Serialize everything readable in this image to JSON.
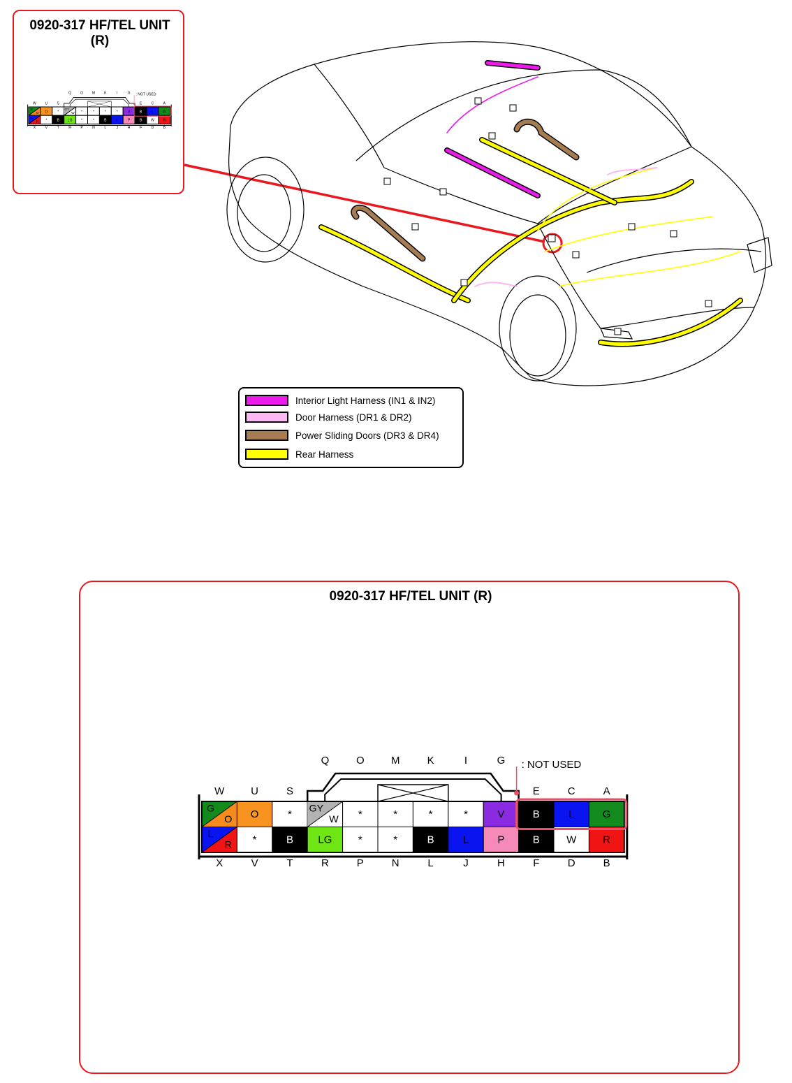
{
  "callout": {
    "title_line1": "0920-317 HF/TEL UNIT",
    "title_line2": "(R)"
  },
  "legend": {
    "items": [
      {
        "label": "Interior Light Harness (IN1 & IN2)",
        "color": "#ec1bec"
      },
      {
        "label": "Door Harness (DR1 & DR2)",
        "color": "#fbb8f3"
      },
      {
        "label": "Power Sliding Doors (DR3 & DR4)",
        "color": "#a67c52"
      },
      {
        "label": "Rear Harness",
        "color": "#ffff00"
      }
    ]
  },
  "detail": {
    "title": "0920-317 HF/TEL UNIT (R)",
    "not_used_label": ": NOT USED"
  },
  "connector": {
    "top_labels": [
      "W",
      "U",
      "S",
      "Q",
      "O",
      "M",
      "K",
      "I",
      "G",
      "E",
      "C",
      "A"
    ],
    "bottom_labels": [
      "X",
      "V",
      "T",
      "R",
      "P",
      "N",
      "L",
      "J",
      "H",
      "F",
      "D",
      "B"
    ],
    "top_row": [
      {
        "pin": "W",
        "code": "G/O",
        "split": true,
        "c1": "#138a1c",
        "c2": "#f78a1c",
        "t1": "G",
        "t2": "O"
      },
      {
        "pin": "U",
        "code": "O",
        "fill": "#f7931e",
        "text_color": "#000"
      },
      {
        "pin": "S",
        "code": "*",
        "fill": "#ffffff",
        "text_color": "#000"
      },
      {
        "pin": "Q",
        "code": "GY/W",
        "split": true,
        "c1": "#b3b3b3",
        "c2": "#ffffff",
        "t1": "GY",
        "t2": "W"
      },
      {
        "pin": "O",
        "code": "*",
        "fill": "#ffffff",
        "text_color": "#000"
      },
      {
        "pin": "M",
        "code": "*",
        "fill": "#ffffff",
        "text_color": "#000"
      },
      {
        "pin": "K",
        "code": "*",
        "fill": "#ffffff",
        "text_color": "#000"
      },
      {
        "pin": "I",
        "code": "*",
        "fill": "#ffffff",
        "text_color": "#000"
      },
      {
        "pin": "G",
        "code": "V",
        "fill": "#8a2be2",
        "text_color": "#000"
      },
      {
        "pin": "E",
        "code": "B",
        "fill": "#000000",
        "text_color": "#fff"
      },
      {
        "pin": "C",
        "code": "L",
        "fill": "#0a14f0",
        "text_color": "#000"
      },
      {
        "pin": "A",
        "code": "G",
        "fill": "#138a1c",
        "text_color": "#000"
      }
    ],
    "bottom_row": [
      {
        "pin": "X",
        "code": "L/R",
        "split": true,
        "c1": "#0a14f0",
        "c2": "#f01414",
        "t1": "L",
        "t2": "R"
      },
      {
        "pin": "V",
        "code": "*",
        "fill": "#ffffff",
        "text_color": "#000"
      },
      {
        "pin": "T",
        "code": "B",
        "fill": "#000000",
        "text_color": "#fff"
      },
      {
        "pin": "R",
        "code": "LG",
        "fill": "#6ee614",
        "text_color": "#000"
      },
      {
        "pin": "P",
        "code": "*",
        "fill": "#ffffff",
        "text_color": "#000"
      },
      {
        "pin": "N",
        "code": "*",
        "fill": "#ffffff",
        "text_color": "#000"
      },
      {
        "pin": "L",
        "code": "B",
        "fill": "#000000",
        "text_color": "#fff"
      },
      {
        "pin": "J",
        "code": "L",
        "fill": "#0a14f0",
        "text_color": "#000"
      },
      {
        "pin": "H",
        "code": "P",
        "fill": "#f58ab8",
        "text_color": "#000"
      },
      {
        "pin": "F",
        "code": "B",
        "fill": "#000000",
        "text_color": "#fff"
      },
      {
        "pin": "D",
        "code": "W",
        "fill": "#ffffff",
        "text_color": "#000"
      },
      {
        "pin": "B",
        "code": "R",
        "fill": "#f01414",
        "text_color": "#000"
      }
    ],
    "not_used_pins": [
      "E",
      "C",
      "A"
    ]
  }
}
